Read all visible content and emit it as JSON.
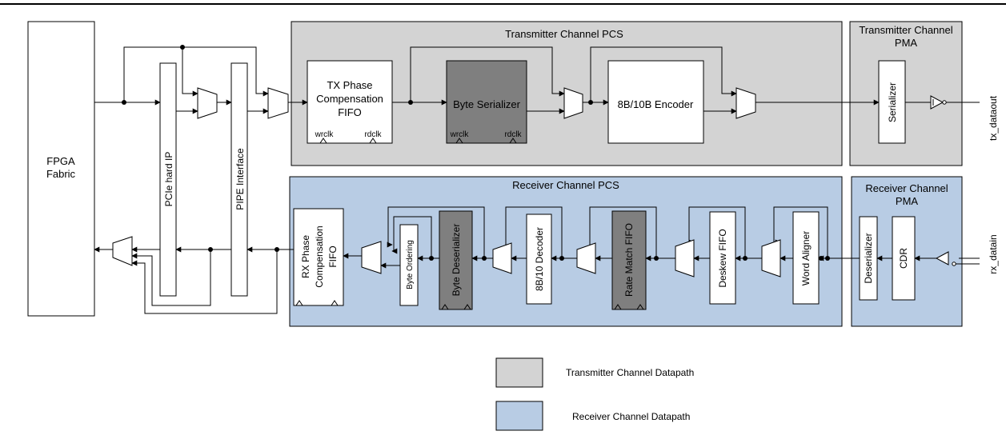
{
  "regions": {
    "tx_pcs": "Transmitter Channel PCS",
    "tx_pma_l1": "Transmitter Channel",
    "tx_pma_l2": "PMA",
    "rx_pcs": "Receiver Channel PCS",
    "rx_pma_l1": "Receiver Channel",
    "rx_pma_l2": "PMA"
  },
  "blocks": {
    "fpga_l1": "FPGA",
    "fpga_l2": "Fabric",
    "pcie": "PCIe hard IP",
    "pipe": "PIPE Interface",
    "tx_fifo_l1": "TX Phase",
    "tx_fifo_l2": "Compensation",
    "tx_fifo_l3": "FIFO",
    "byte_serializer": "Byte Serializer",
    "encoder": "8B/10B Encoder",
    "serializer": "Serializer",
    "rx_fifo_l1": "RX Phase",
    "rx_fifo_l2": "Compensation",
    "rx_fifo_l3": "FIFO",
    "byte_ordering": "Byte Ordering",
    "byte_deserializer": "Byte Deserializer",
    "decoder": "8B/10 Decoder",
    "rate_match": "Rate Match FIFO",
    "deskew": "Deskew FIFO",
    "word_aligner": "Word Aligner",
    "deserializer": "Deserializer",
    "cdr": "CDR"
  },
  "clocks": {
    "wr": "wrclk",
    "rd": "rdclk"
  },
  "ports": {
    "tx_out": "tx_dataout",
    "rx_in": "rx_datain"
  },
  "legend": {
    "tx": "Transmitter Channel Datapath",
    "rx": "Receiver Channel Datapath"
  },
  "colors": {
    "tx_region": "#d3d3d3",
    "rx_region": "#b8cce4",
    "dark_block": "#7f7f7f",
    "line": "#000000"
  }
}
